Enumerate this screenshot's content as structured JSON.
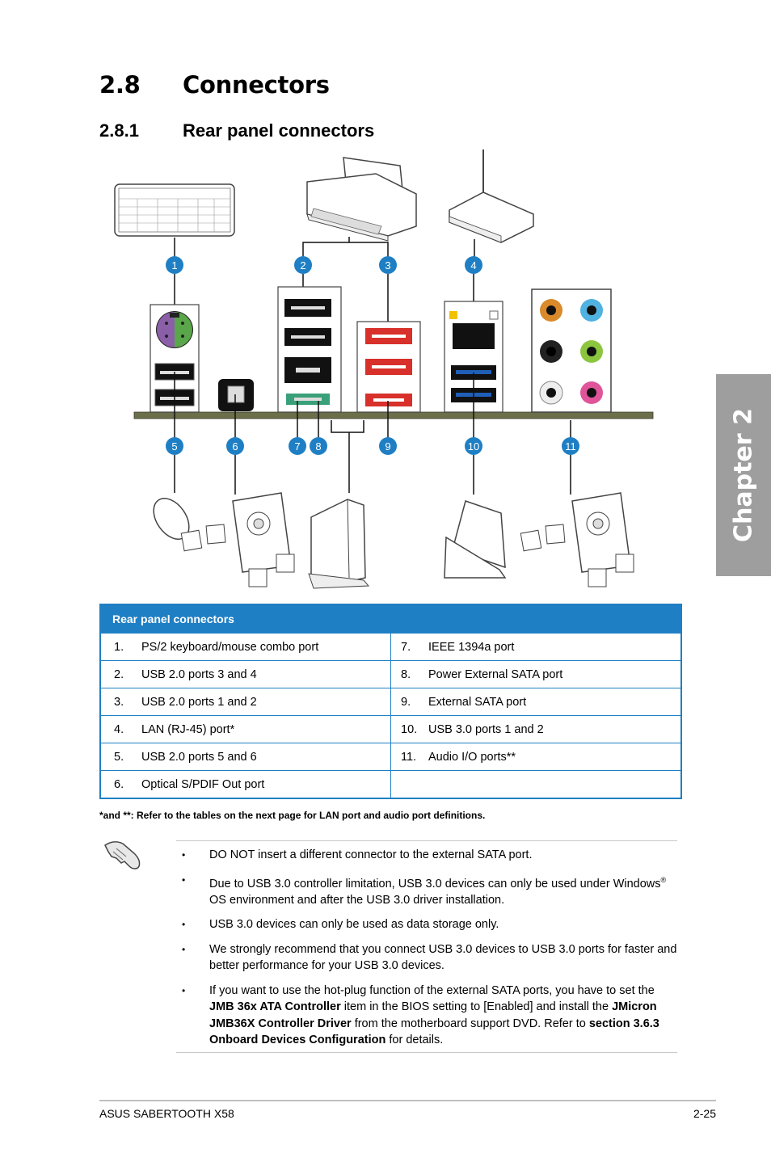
{
  "section": {
    "number": "2.8",
    "title": "Connectors"
  },
  "subsection": {
    "number": "2.8.1",
    "title": "Rear panel connectors"
  },
  "chapter_tab": "Chapter 2",
  "diagram": {
    "callouts": [
      "1",
      "2",
      "3",
      "4",
      "5",
      "6",
      "7",
      "8",
      "9",
      "10",
      "11"
    ],
    "colors": {
      "callout": "#1f7fc4",
      "ps2_purple": "#8b5fa8",
      "ps2_green": "#5aa64a",
      "usb3_blue": "#1f5fb8",
      "esata_red": "#d8302a",
      "ieee_green": "#3aa07a",
      "audio_orange": "#d98a2a",
      "audio_blue": "#4fb2e0",
      "audio_lime": "#8cc63f",
      "audio_pink": "#e0559a",
      "lan_yellow": "#f2c200"
    }
  },
  "table": {
    "header": "Rear panel connectors",
    "rows": [
      {
        "left_num": "1.",
        "left": "PS/2 keyboard/mouse combo port",
        "right_num": "7.",
        "right": "IEEE 1394a port"
      },
      {
        "left_num": "2.",
        "left": "USB 2.0 ports 3 and 4",
        "right_num": "8.",
        "right": "Power External SATA port"
      },
      {
        "left_num": "3.",
        "left": "USB 2.0 ports 1 and 2",
        "right_num": "9.",
        "right": "External SATA port"
      },
      {
        "left_num": "4.",
        "left": "LAN (RJ-45) port*",
        "right_num": "10.",
        "right": "USB 3.0 ports 1 and 2"
      },
      {
        "left_num": "5.",
        "left": "USB 2.0 ports 5 and 6",
        "right_num": "11.",
        "right": "Audio I/O ports**"
      },
      {
        "left_num": "6.",
        "left": "Optical S/PDIF Out port",
        "right_num": "",
        "right": ""
      }
    ],
    "footnote": "*and **: Refer to the tables on the next page for LAN port and audio port definitions."
  },
  "notes": {
    "n1": "DO NOT insert a different connector to the external SATA port.",
    "n2_a": "Due to USB 3.0 controller limitation, USB 3.0 devices can only be used under Windows",
    "n2_reg": "®",
    "n2_b": " OS environment and after the USB 3.0 driver installation.",
    "n3": "USB 3.0 devices can only be used as data storage only.",
    "n4": "We strongly recommend that you connect USB 3.0 devices to USB 3.0 ports for faster and better performance for your USB 3.0 devices.",
    "n5_a": "If you want to use the hot-plug function of the external SATA ports, you have to set the ",
    "n5_b": "JMB 36x ATA Controller",
    "n5_c": " item in the BIOS setting to [Enabled] and install the ",
    "n5_d": "JMicron JMB36X Controller Driver",
    "n5_e": " from the motherboard support DVD. Refer to ",
    "n5_f": "section 3.6.3 Onboard Devices Configuration",
    "n5_g": " for details."
  },
  "footer": {
    "left": "ASUS SABERTOOTH X58",
    "right": "2-25"
  }
}
